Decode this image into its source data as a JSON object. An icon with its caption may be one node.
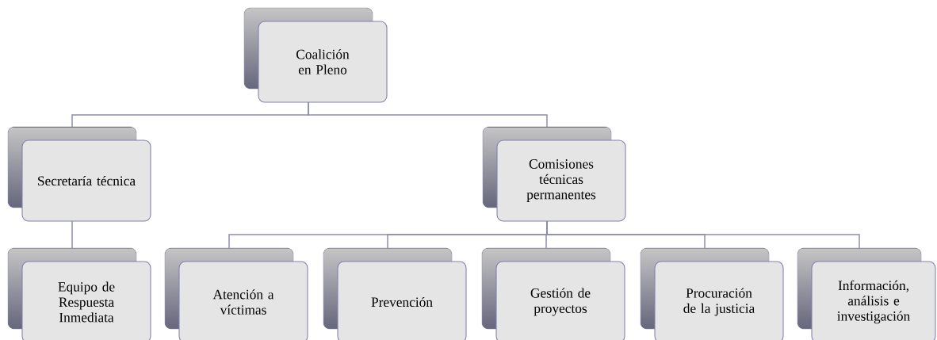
{
  "diagram": {
    "nodes": [
      {
        "text": [
          "Coalición en Pleno"
        ]
      },
      {
        "text": [
          "Secretaría técnica"
        ]
      },
      {
        "text": [
          "Comisiones técnicas permanentes"
        ]
      },
      {
        "text": [
          "Equipo de Respuesta Inmediata"
        ]
      },
      {
        "text": [
          "Atención a víctimas"
        ]
      },
      {
        "text": [
          "Prevención"
        ]
      },
      {
        "text": [
          "Gestión de proyectos"
        ]
      },
      {
        "text": [
          "Procuración de la justicia"
        ]
      },
      {
        "text": [
          "Información, análisis e investigación"
        ]
      }
    ],
    "edges": [
      {
        "from": 0,
        "to": 1,
        "arrow": "none"
      },
      {
        "from": 0,
        "to": 2,
        "arrow": "none"
      },
      {
        "from": 1,
        "to": 3,
        "arrow": "none"
      },
      {
        "from": 2,
        "to": 4,
        "arrow": "none"
      },
      {
        "from": 2,
        "to": 5,
        "arrow": "none"
      },
      {
        "from": 2,
        "to": 6,
        "arrow": "none"
      },
      {
        "from": 2,
        "to": 7,
        "arrow": "none"
      },
      {
        "from": 2,
        "to": 8,
        "arrow": "none"
      }
    ]
  }
}
